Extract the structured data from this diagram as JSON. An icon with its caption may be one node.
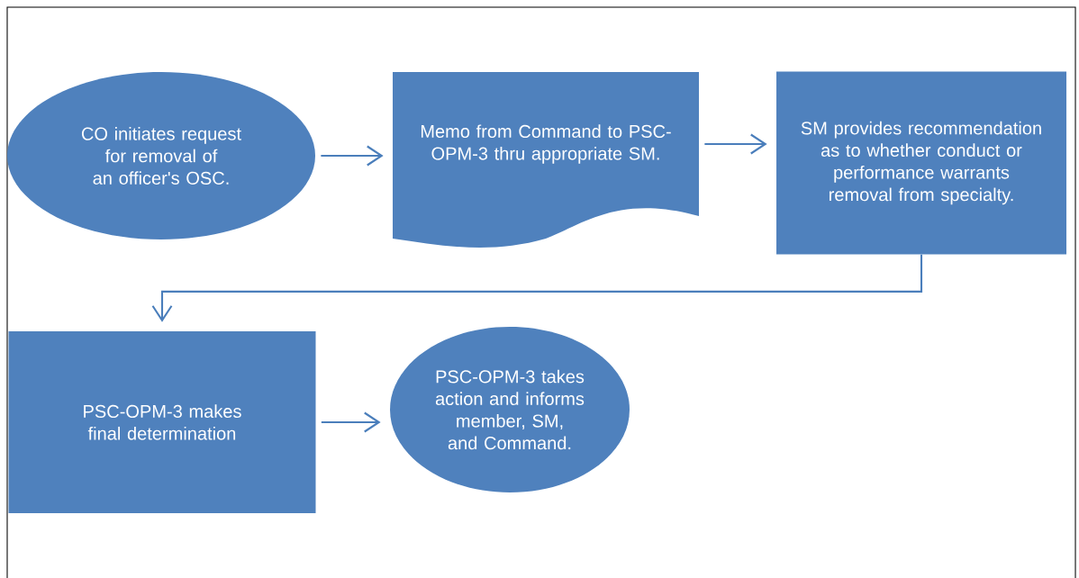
{
  "diagram": {
    "nodes": [
      {
        "text": [
          "CO initiates request for removal of an officer's OSC."
        ]
      },
      {
        "text": [
          "Memo from Command to PSC-OPM-3 thru appropriate SM."
        ]
      },
      {
        "text": [
          "SM provides recommendation as to whether conduct or performance warrants removal from specialty."
        ]
      },
      {
        "text": [
          "PSC-OPM-3 makes final determination"
        ]
      },
      {
        "text": [
          "PSC-OPM-3 takes action and informs member, SM, and Command."
        ]
      }
    ],
    "edges": [
      {
        "from": 0,
        "to": 1,
        "arrow": "to"
      },
      {
        "from": 1,
        "to": 2,
        "arrow": "to"
      },
      {
        "from": 2,
        "to": 3,
        "arrow": "to"
      },
      {
        "from": 3,
        "to": 4,
        "arrow": "to"
      }
    ]
  }
}
